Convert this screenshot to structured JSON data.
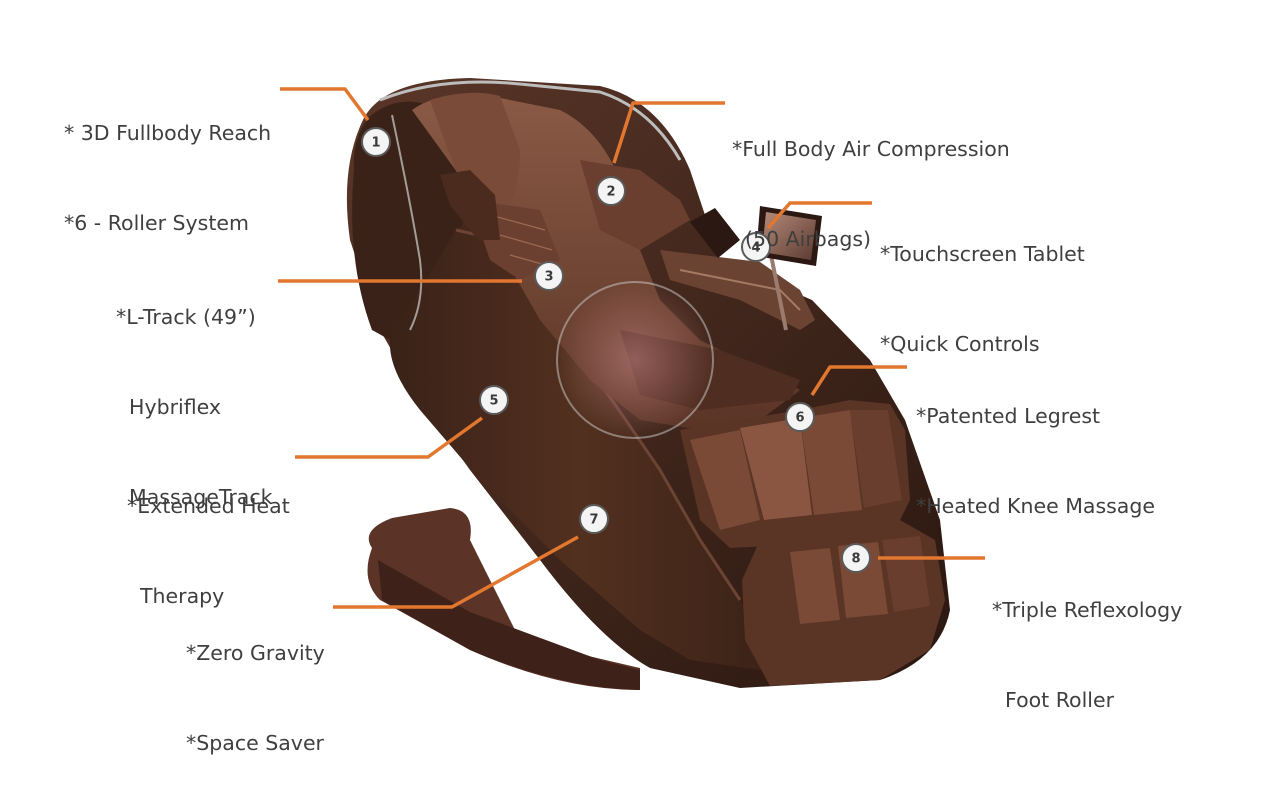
{
  "colors": {
    "leader": "#e2772f",
    "text": "#3f3f3f",
    "shell": "#4a2c21",
    "shell_dark": "#2e1a13",
    "leather": "#6a4030",
    "leather_light": "#8a5a45",
    "marker_fill": "#f4f4f4",
    "marker_ring": "#5a5a5a"
  },
  "callouts": [
    {
      "id": "1",
      "lines": [
        "* 3D Fullbody Reach",
        "*6 - Roller System"
      ]
    },
    {
      "id": "2",
      "lines": [
        "*Full Body Air Compression",
        "  (50 Airbags)"
      ]
    },
    {
      "id": "3",
      "lines": [
        "*L-Track (49”)",
        "  Hybriflex",
        "  MassageTrack"
      ]
    },
    {
      "id": "4",
      "lines": [
        "*Touchscreen Tablet",
        "*Quick Controls"
      ]
    },
    {
      "id": "5",
      "lines": [
        "*Extended Heat",
        "  Therapy"
      ]
    },
    {
      "id": "6",
      "lines": [
        "*Patented Legrest",
        "*Heated Knee Massage"
      ]
    },
    {
      "id": "7",
      "lines": [
        "*Zero Gravity",
        "*Space Saver"
      ]
    },
    {
      "id": "8",
      "lines": [
        "*Triple Reflexology",
        "  Foot Roller"
      ]
    }
  ]
}
